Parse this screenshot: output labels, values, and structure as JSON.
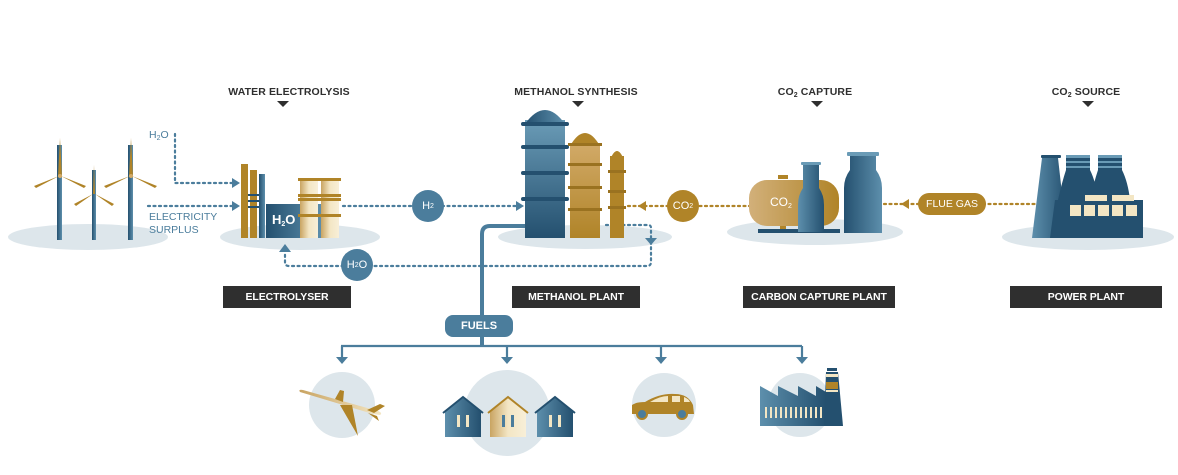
{
  "colors": {
    "blue": "#4b7d9c",
    "dark_blue": "#24506f",
    "gold": "#b08428",
    "light_gold": "#f3e6c4",
    "ground": "#dde6eb",
    "label_bg": "#2f2f2f",
    "title_text": "#2f2f2f"
  },
  "stages": [
    {
      "id": "water-electrolysis",
      "title": "WATER ELECTROLYSIS",
      "title_sub": "",
      "plant": "ELECTROLYSER"
    },
    {
      "id": "methanol-synthesis",
      "title": "METHANOL SYNTHESIS",
      "title_sub": "",
      "plant": "METHANOL PLANT"
    },
    {
      "id": "co2-capture",
      "title_prefix": "CO",
      "title_sub": "2",
      "title_suffix": " CAPTURE",
      "plant": "CARBON CAPTURE PLANT"
    },
    {
      "id": "co2-source",
      "title_prefix": "CO",
      "title_sub": "2",
      "title_suffix": " SOURCE",
      "plant": "POWER PLANT"
    }
  ],
  "inputs": {
    "water_label": {
      "base": "H",
      "sub": "2",
      "tail": "O"
    },
    "electricity_label_line1": "ELECTRICITY",
    "electricity_label_line2": "SURPLUS"
  },
  "flows": {
    "h2": {
      "base": "H",
      "sub": "2"
    },
    "h2o_return": {
      "base": "H",
      "sub": "2",
      "tail": "O"
    },
    "co2": {
      "base": "CO",
      "sub": "2"
    },
    "flue_gas": "FLUE GAS",
    "electrolyser_tank": {
      "base": "H",
      "sub": "2",
      "tail": "O"
    },
    "capture_tank": {
      "base": "CO",
      "sub": "2"
    }
  },
  "fuels": {
    "label": "FUELS",
    "uses": [
      {
        "name": "aviation",
        "icon": "airplane-icon"
      },
      {
        "name": "housing",
        "icon": "houses-icon"
      },
      {
        "name": "transport",
        "icon": "car-icon"
      },
      {
        "name": "industry",
        "icon": "factory-icon"
      }
    ]
  }
}
